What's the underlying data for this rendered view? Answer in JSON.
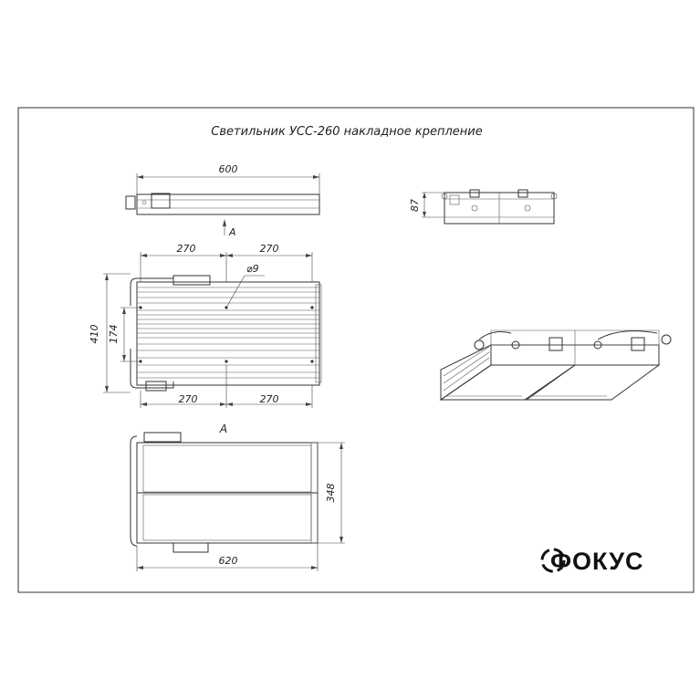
{
  "title": "Светильник УСС-260 накладное крепление",
  "dimensions": {
    "top_width": "600",
    "left_half": "270",
    "right_half": "270",
    "bottom_left": "270",
    "bottom_right": "270",
    "height_total": "410",
    "height_inner": "174",
    "hole": "⌀9",
    "side_height": "87",
    "bottom_height": "348",
    "bottom_width": "620"
  },
  "view_labels": {
    "arrow_view": "A",
    "section_view": "A"
  },
  "logo": {
    "text": "ФОКУС"
  }
}
